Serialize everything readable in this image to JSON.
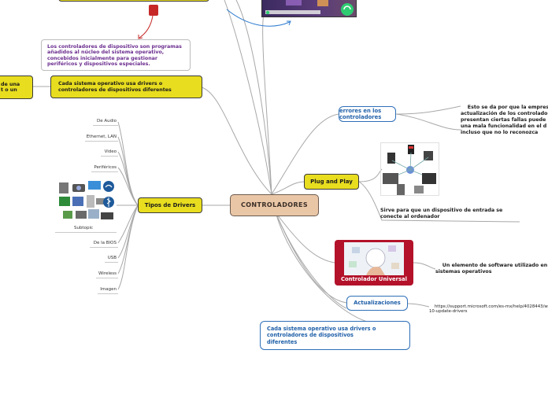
{
  "center": {
    "label": "CONTROLADORES"
  },
  "top_note": "Los controladores de dispositivo son programas añadidos al núcleo del sistema operativo, concebidos inicialmente para gestionar periféricos y dispositivos especiales.",
  "left_branch": {
    "label": "Cada sistema operativo usa drivers o controladores de dispositivos diferentes",
    "cut_note": "de una\nt o un"
  },
  "drivers_types": {
    "label": "Tipos de Drivers",
    "image_caption": "Subtopic",
    "items": [
      "De Audio",
      "Ethernet, LAN",
      "Video",
      "Periféricos",
      "De la BIOS",
      "USB",
      "Wireless",
      "Imagen"
    ]
  },
  "errors": {
    "label": "errores en los controladores",
    "note": "Esto se da por que la empresa\nactualización de los controlado\npresentan ciertas fallas puede\nuna mala funcionalidad en el d\nincluso que no lo reconozca"
  },
  "plug_and_play": {
    "label": "Plug and Play",
    "note": "Sirve para que un dispositivo de entrada se conecte al ordenador"
  },
  "universal": {
    "label": "Controlador Universal",
    "note": "Un elemento de software utilizado en d\nsistemas operativos"
  },
  "updates": {
    "label": "Actualizaciones",
    "link": "https://support.microsoft.com/es-mx/help/4028443/w\n10-update-drivers"
  },
  "bottom_box": {
    "label": "Cada sistema operativo usa drivers o controladores de dispositivos diferentes"
  },
  "colors": {
    "yellow": "#e8dd1f",
    "center_fill": "#e9c6a6",
    "blue": "#1f5fa8",
    "purple": "#6b2d8f",
    "red_marker": "#c62828"
  }
}
